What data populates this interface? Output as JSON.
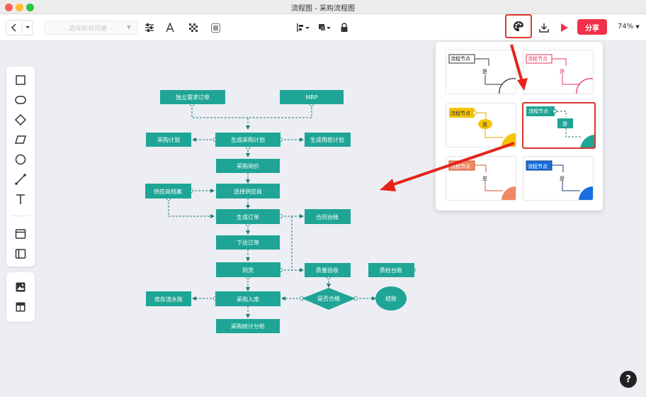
{
  "window": {
    "title": "流程图 - 采购流程图"
  },
  "toolbar": {
    "style_placeholder": "- 选择形状风格 -",
    "share_label": "分享",
    "zoom_label": "74%"
  },
  "flow": {
    "nodes": {
      "n1": "独立需求订单",
      "n2": "MRP",
      "n3": "采购计划",
      "n4": "生成采购计划",
      "n5": "生成用款计划",
      "n6": "采购询价",
      "n7": "供应商档案",
      "n8": "选择供应商",
      "n9": "生成订单",
      "n10": "合同台帐",
      "n11": "下达订单",
      "n12": "到货",
      "n13": "质量验收",
      "n14": "质检台账",
      "n15": "库存流水账",
      "n16": "采购入库",
      "n17": "是否合格",
      "n18": "结账",
      "n19": "采购统计分析"
    }
  },
  "theme_panel": {
    "cards": [
      {
        "node_label": "流程节点",
        "yes_label": "是",
        "color": "#333333"
      },
      {
        "node_label": "流程节点",
        "yes_label": "是",
        "color": "#e8335a"
      },
      {
        "node_label": "流程节点",
        "yes_label": "是",
        "color": "#f5c400"
      },
      {
        "node_label": "流程节点",
        "yes_label": "是",
        "color": "#1fa595"
      },
      {
        "node_label": "流程节点",
        "yes_label": "是",
        "color": "#ef8a65"
      },
      {
        "node_label": "流程节点",
        "yes_label": "是",
        "color": "#1a6fe0"
      }
    ]
  },
  "colors": {
    "node": "#1fa595",
    "accent": "#f2304a",
    "highlight": "#e03a2f"
  },
  "help_label": "?"
}
